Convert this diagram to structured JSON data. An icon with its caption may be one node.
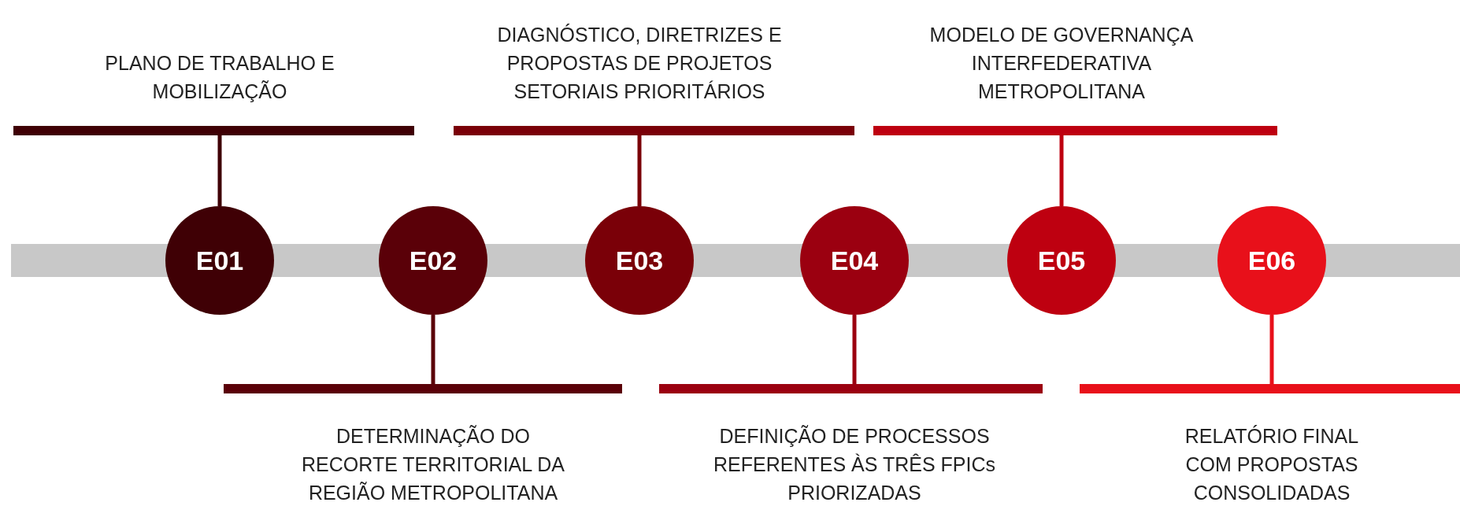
{
  "diagram": {
    "nodes": [
      {
        "text": [
          "E01"
        ]
      },
      {
        "text": [
          "E02"
        ]
      },
      {
        "text": [
          "E03"
        ]
      },
      {
        "text": [
          "E04"
        ]
      },
      {
        "text": [
          "E05"
        ]
      },
      {
        "text": [
          "E06"
        ]
      },
      {
        "text": [
          "PLANO DE TRABALHO E MOBILIZAÇÃO"
        ]
      },
      {
        "text": [
          "DETERMINAÇÃO DO RECORTE TERRITORIAL DA REGIÃO METROPOLITANA"
        ]
      },
      {
        "text": [
          "DIAGNÓSTICO, DIRETRIZES E PROPOSTAS DE PROJETOS SETORIAIS PRIORITÁRIOS"
        ]
      },
      {
        "text": [
          "DEFINIÇÃO DE PROCESSOS REFERENTES ÀS TRÊS FPICs PRIORIZADAS"
        ]
      },
      {
        "text": [
          "MODELO DE GOVERNANÇA INTERFEDERATIVA METROPOLITANA"
        ]
      },
      {
        "text": [
          "RELATÓRIO FINAL COM PROPOSTAS CONSOLIDADAS"
        ]
      },
      {
        "text": [],
        "shape": "bar"
      }
    ],
    "edges": [
      {
        "from": 0,
        "to": 6,
        "arrow": "none",
        "color": "#3f0005"
      },
      {
        "from": 1,
        "to": 7,
        "arrow": "none",
        "color": "#5a0008"
      },
      {
        "from": 2,
        "to": 8,
        "arrow": "none",
        "color": "#7a0008"
      },
      {
        "from": 3,
        "to": 9,
        "arrow": "none",
        "color": "#9b0010"
      },
      {
        "from": 4,
        "to": 10,
        "arrow": "none",
        "color": "#be0010"
      },
      {
        "from": 5,
        "to": 11,
        "arrow": "none",
        "color": "#e8101a"
      }
    ]
  }
}
